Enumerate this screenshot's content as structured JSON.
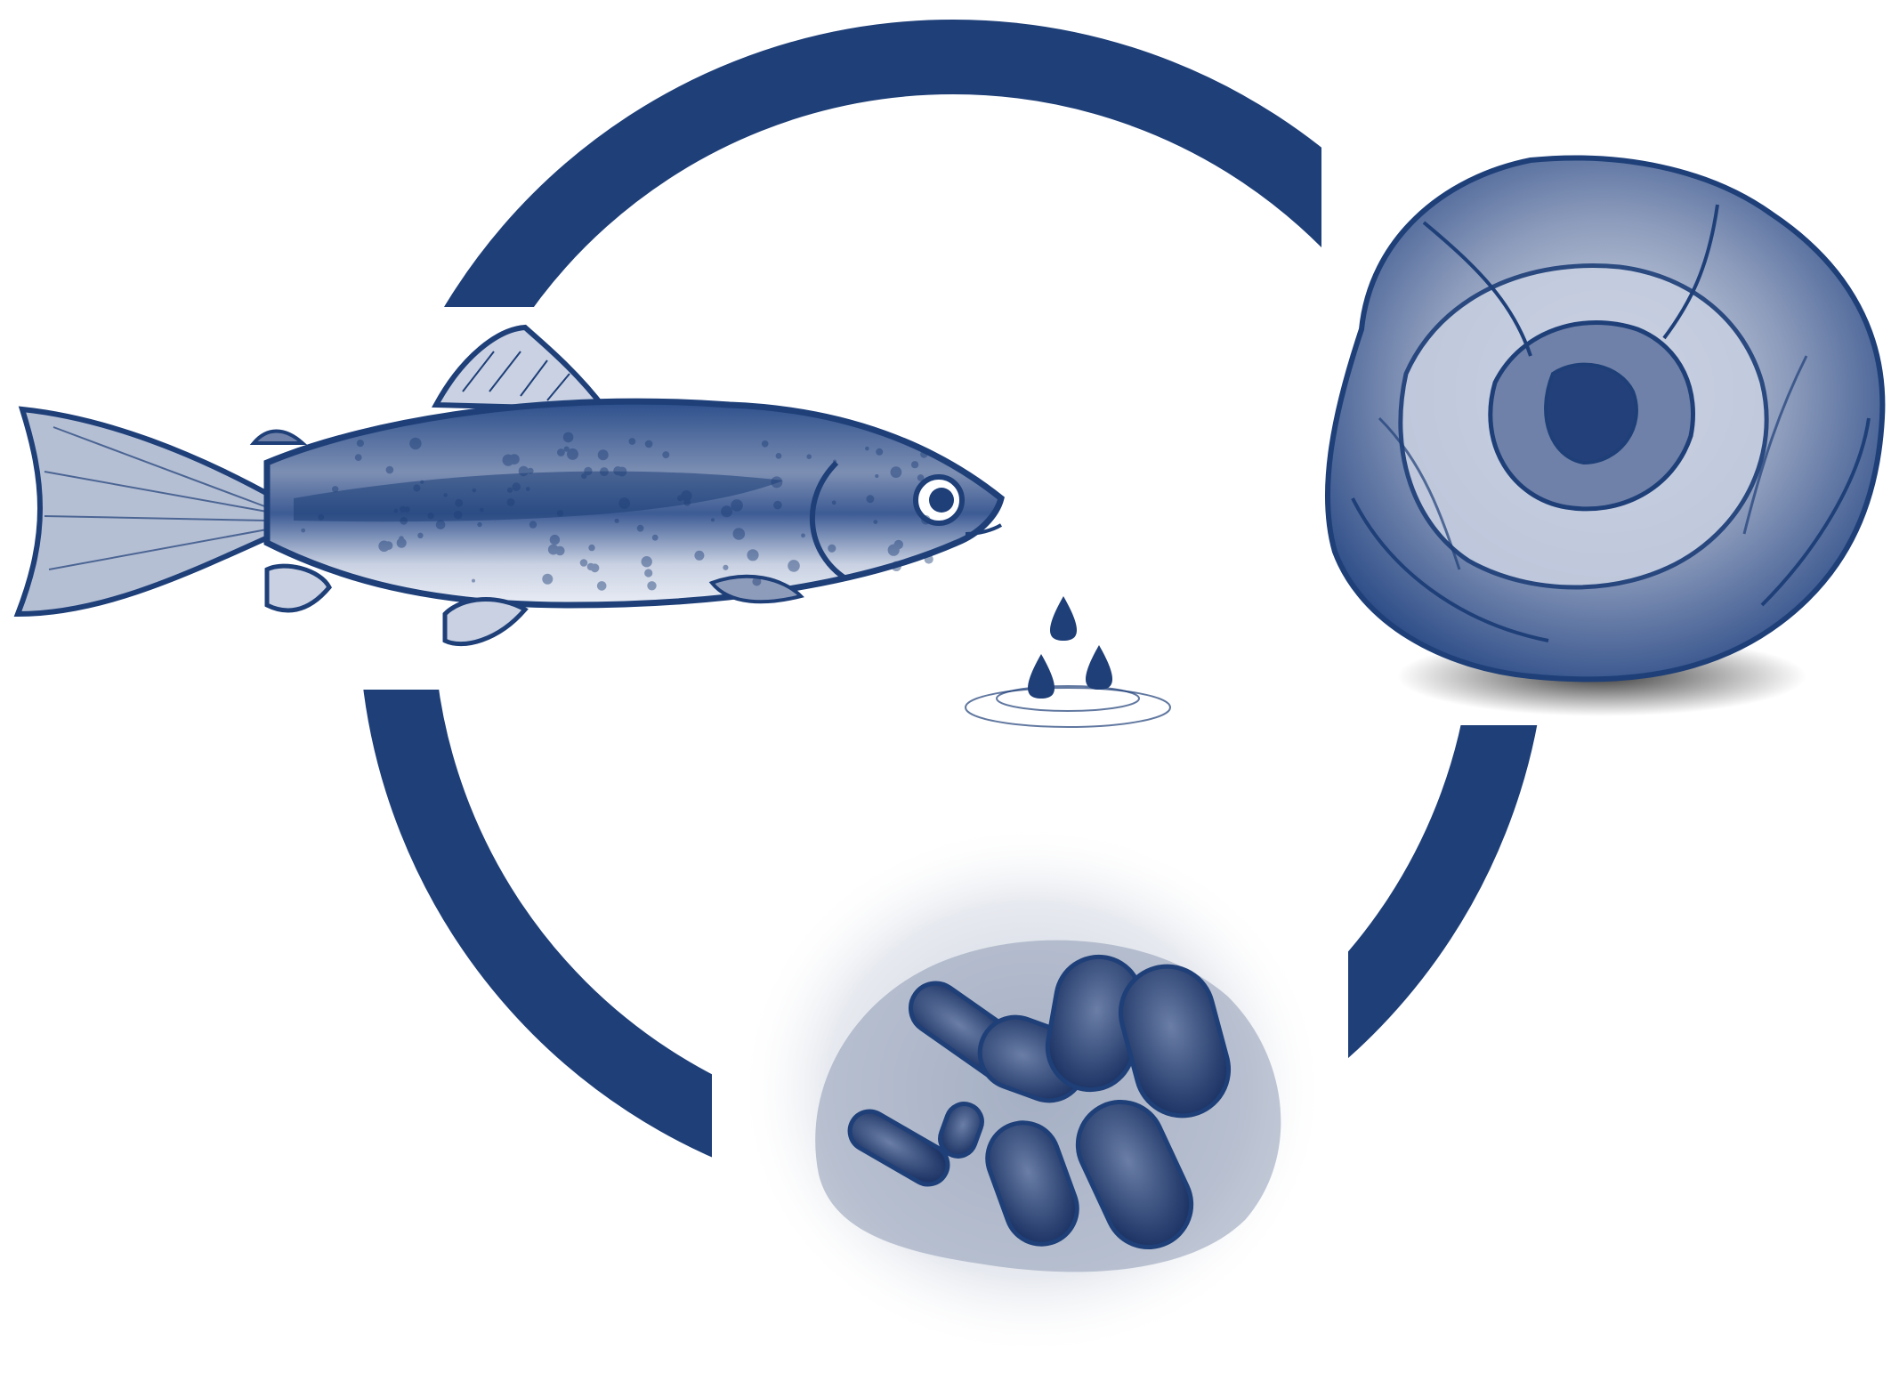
{
  "diagram": {
    "type": "cycle",
    "ring_color": "#1e3f78",
    "ink_color": "#1e3f78",
    "shade_color": "#6f7f9f",
    "nodes": [
      {
        "id": "fish",
        "icon": "trout-fish-icon"
      },
      {
        "id": "plant",
        "icon": "lettuce-head-icon"
      },
      {
        "id": "bacteria",
        "icon": "bacteria-cluster-icon"
      }
    ],
    "center_icon": "water-drops-icon"
  }
}
